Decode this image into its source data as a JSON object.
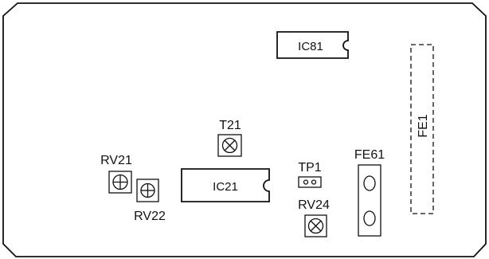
{
  "board": {
    "components": {
      "ic81": "IC81",
      "fe1": "FE1",
      "t21": "T21",
      "rv21": "RV21",
      "rv22": "RV22",
      "ic21": "IC21",
      "tp1": "TP1",
      "fe61": "FE61",
      "rv24": "RV24"
    }
  }
}
